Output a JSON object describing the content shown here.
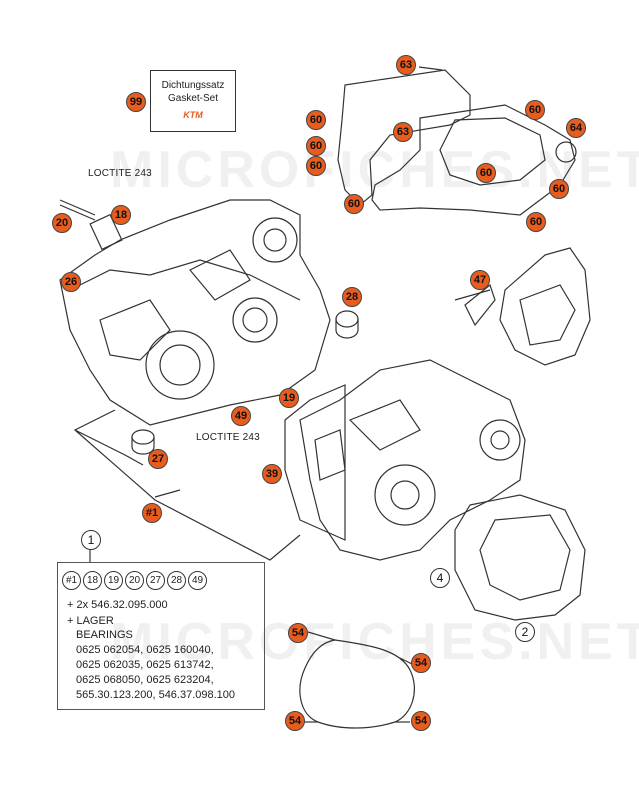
{
  "watermark": "MICROFICHES.NET",
  "gasket_set": {
    "line1": "Dichtungssatz",
    "line2": "Gasket-Set",
    "brand": "KTM",
    "callout": "99"
  },
  "loctite_labels": [
    "LOCTITE 243",
    "LOCTITE 243"
  ],
  "callouts": {
    "c63a": "63",
    "c63b": "63",
    "c60a": "60",
    "c60b": "60",
    "c60c": "60",
    "c60d": "60",
    "c60e": "60",
    "c60f": "60",
    "c60g": "60",
    "c60h": "60",
    "c64": "64",
    "c20": "20",
    "c18": "18",
    "c26": "26",
    "c28": "28",
    "c47": "47",
    "c19": "19",
    "c49": "49",
    "c27": "27",
    "c39": "39",
    "c1ref": "#1",
    "c54a": "54",
    "c54b": "54",
    "c54c": "54",
    "c54d": "54"
  },
  "plain_callouts": {
    "p1": "1",
    "p2": "2",
    "p4": "4"
  },
  "kit": {
    "chips": [
      "#1",
      "18",
      "19",
      "20",
      "27",
      "28",
      "49"
    ],
    "line1": "+ 2x 546.32.095.000",
    "line2": "+ LAGER",
    "line3": "BEARINGS",
    "line4": "0625 062054, 0625 160040,",
    "line5": "0625 062035, 0625 613742,",
    "line6": "0625 068050, 0625 623204,",
    "line7": "565.30.123.200, 546.37.098.100"
  },
  "colors": {
    "callout_fill": "#e85d1e",
    "line": "#333333"
  }
}
